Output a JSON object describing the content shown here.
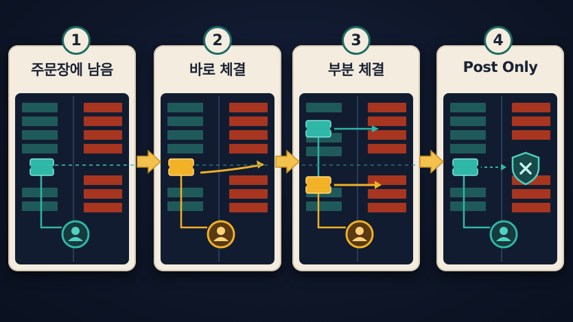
{
  "steps": [
    {
      "number": "1",
      "title": "주문장에 남음"
    },
    {
      "number": "2",
      "title": "바로 체결"
    },
    {
      "number": "3",
      "title": "부분 체결"
    },
    {
      "number": "4",
      "title": "Post Only"
    }
  ],
  "colors": {
    "bid": "#1f5a5a",
    "ask": "#a8351f",
    "teal_order": "#2fb7a8",
    "gold_order": "#f2b227",
    "panel": "#f3ecdf",
    "background": "#0e1628"
  },
  "icons": [
    "user-icon",
    "shield-x-icon",
    "arrow-right-icon"
  ]
}
